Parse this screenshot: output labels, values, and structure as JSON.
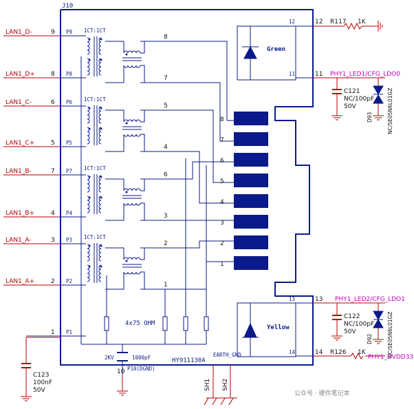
{
  "module": {
    "designator": "J10",
    "part_number": "HY911130A",
    "termination": "4x75 OHM",
    "cap_value": "1000pF",
    "cap_voltage": "2KV",
    "gnd_pin": "P10(DGND)",
    "earth_label": "EARTH_GND",
    "led_green": "Green",
    "led_yellow": "Yellow",
    "ratio": "1CT:1CT"
  },
  "left_signals": [
    {
      "net": "LAN1_D-",
      "pin": "9",
      "p": "P9"
    },
    {
      "net": "LAN1_D+",
      "pin": "8",
      "p": "P8"
    },
    {
      "net": "LAN1_C-",
      "pin": "6",
      "p": "P6"
    },
    {
      "net": "LAN1_C+",
      "pin": "5",
      "p": "P5"
    },
    {
      "net": "LAN1_B-",
      "pin": "7",
      "p": "P7"
    },
    {
      "net": "LAN1_B+",
      "pin": "4",
      "p": "P4"
    },
    {
      "net": "LAN1_A-",
      "pin": "3",
      "p": "P3"
    },
    {
      "net": "LAN1_A+",
      "pin": "2",
      "p": "P2"
    },
    {
      "net": "",
      "pin": "1",
      "p": "P1"
    }
  ],
  "inner_pair_labels": [
    "8",
    "7",
    "5",
    "4",
    "6",
    "3",
    "2",
    "1"
  ],
  "rj45_labels": [
    "8",
    "7",
    "6",
    "5",
    "4",
    "3",
    "2",
    "1"
  ],
  "right_pins": {
    "p12": "12",
    "p11": "11",
    "p13": "13",
    "p14": "14",
    "inner12": "12",
    "inner11": "11",
    "inner13": "13",
    "inner14": "14"
  },
  "right_nets": {
    "r117": "R117",
    "r117_val": "1K",
    "led1": "PHY1_LED1/CFG_LDO0",
    "led2": "PHY1_LED2/CFG_LDO1",
    "r126": "R126",
    "r126_val": "1K",
    "dvdd": "PHY1_DVDD33"
  },
  "c121": {
    "ref": "C121",
    "value": "NC/100pF",
    "volt": "50V"
  },
  "c122": {
    "ref": "C122",
    "value": "NC/100pF",
    "volt": "50V"
  },
  "d93": {
    "ref": "D93",
    "part": "NC/SE05N6L01GZ"
  },
  "d92": {
    "ref": "D92",
    "part": "NC/SE05N6L01GZ"
  },
  "c123": {
    "ref": "C123",
    "value": "100nF",
    "volt": "50V"
  },
  "bottom_pins": {
    "p10": "10",
    "sh1": "SH1",
    "sh2": "SH2"
  },
  "watermark": "公众号 · 硬件笔记本",
  "colors": {
    "wire": "#0a1a8a",
    "net": "#b30000",
    "ground": "#b30000",
    "net_pink": "#c000c0"
  }
}
